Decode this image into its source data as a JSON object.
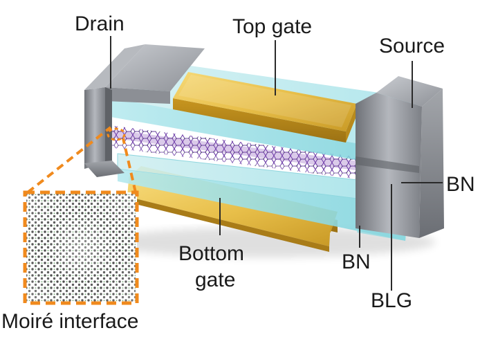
{
  "labels": {
    "drain": "Drain",
    "top_gate": "Top gate",
    "source": "Source",
    "bn_upper": "BN",
    "bn_lower": "BN",
    "blg": "BLG",
    "bottom_gate_line1": "Bottom",
    "bottom_gate_line2": "gate",
    "moire": "Moiré interface"
  },
  "colors": {
    "gold": "#e3bd4a",
    "bn_cyan": "#a9e6ea",
    "metal": "#9a9da3",
    "graphene": "#7a3fb0",
    "callout": "#f08a1d",
    "text": "#1a1a1a"
  }
}
